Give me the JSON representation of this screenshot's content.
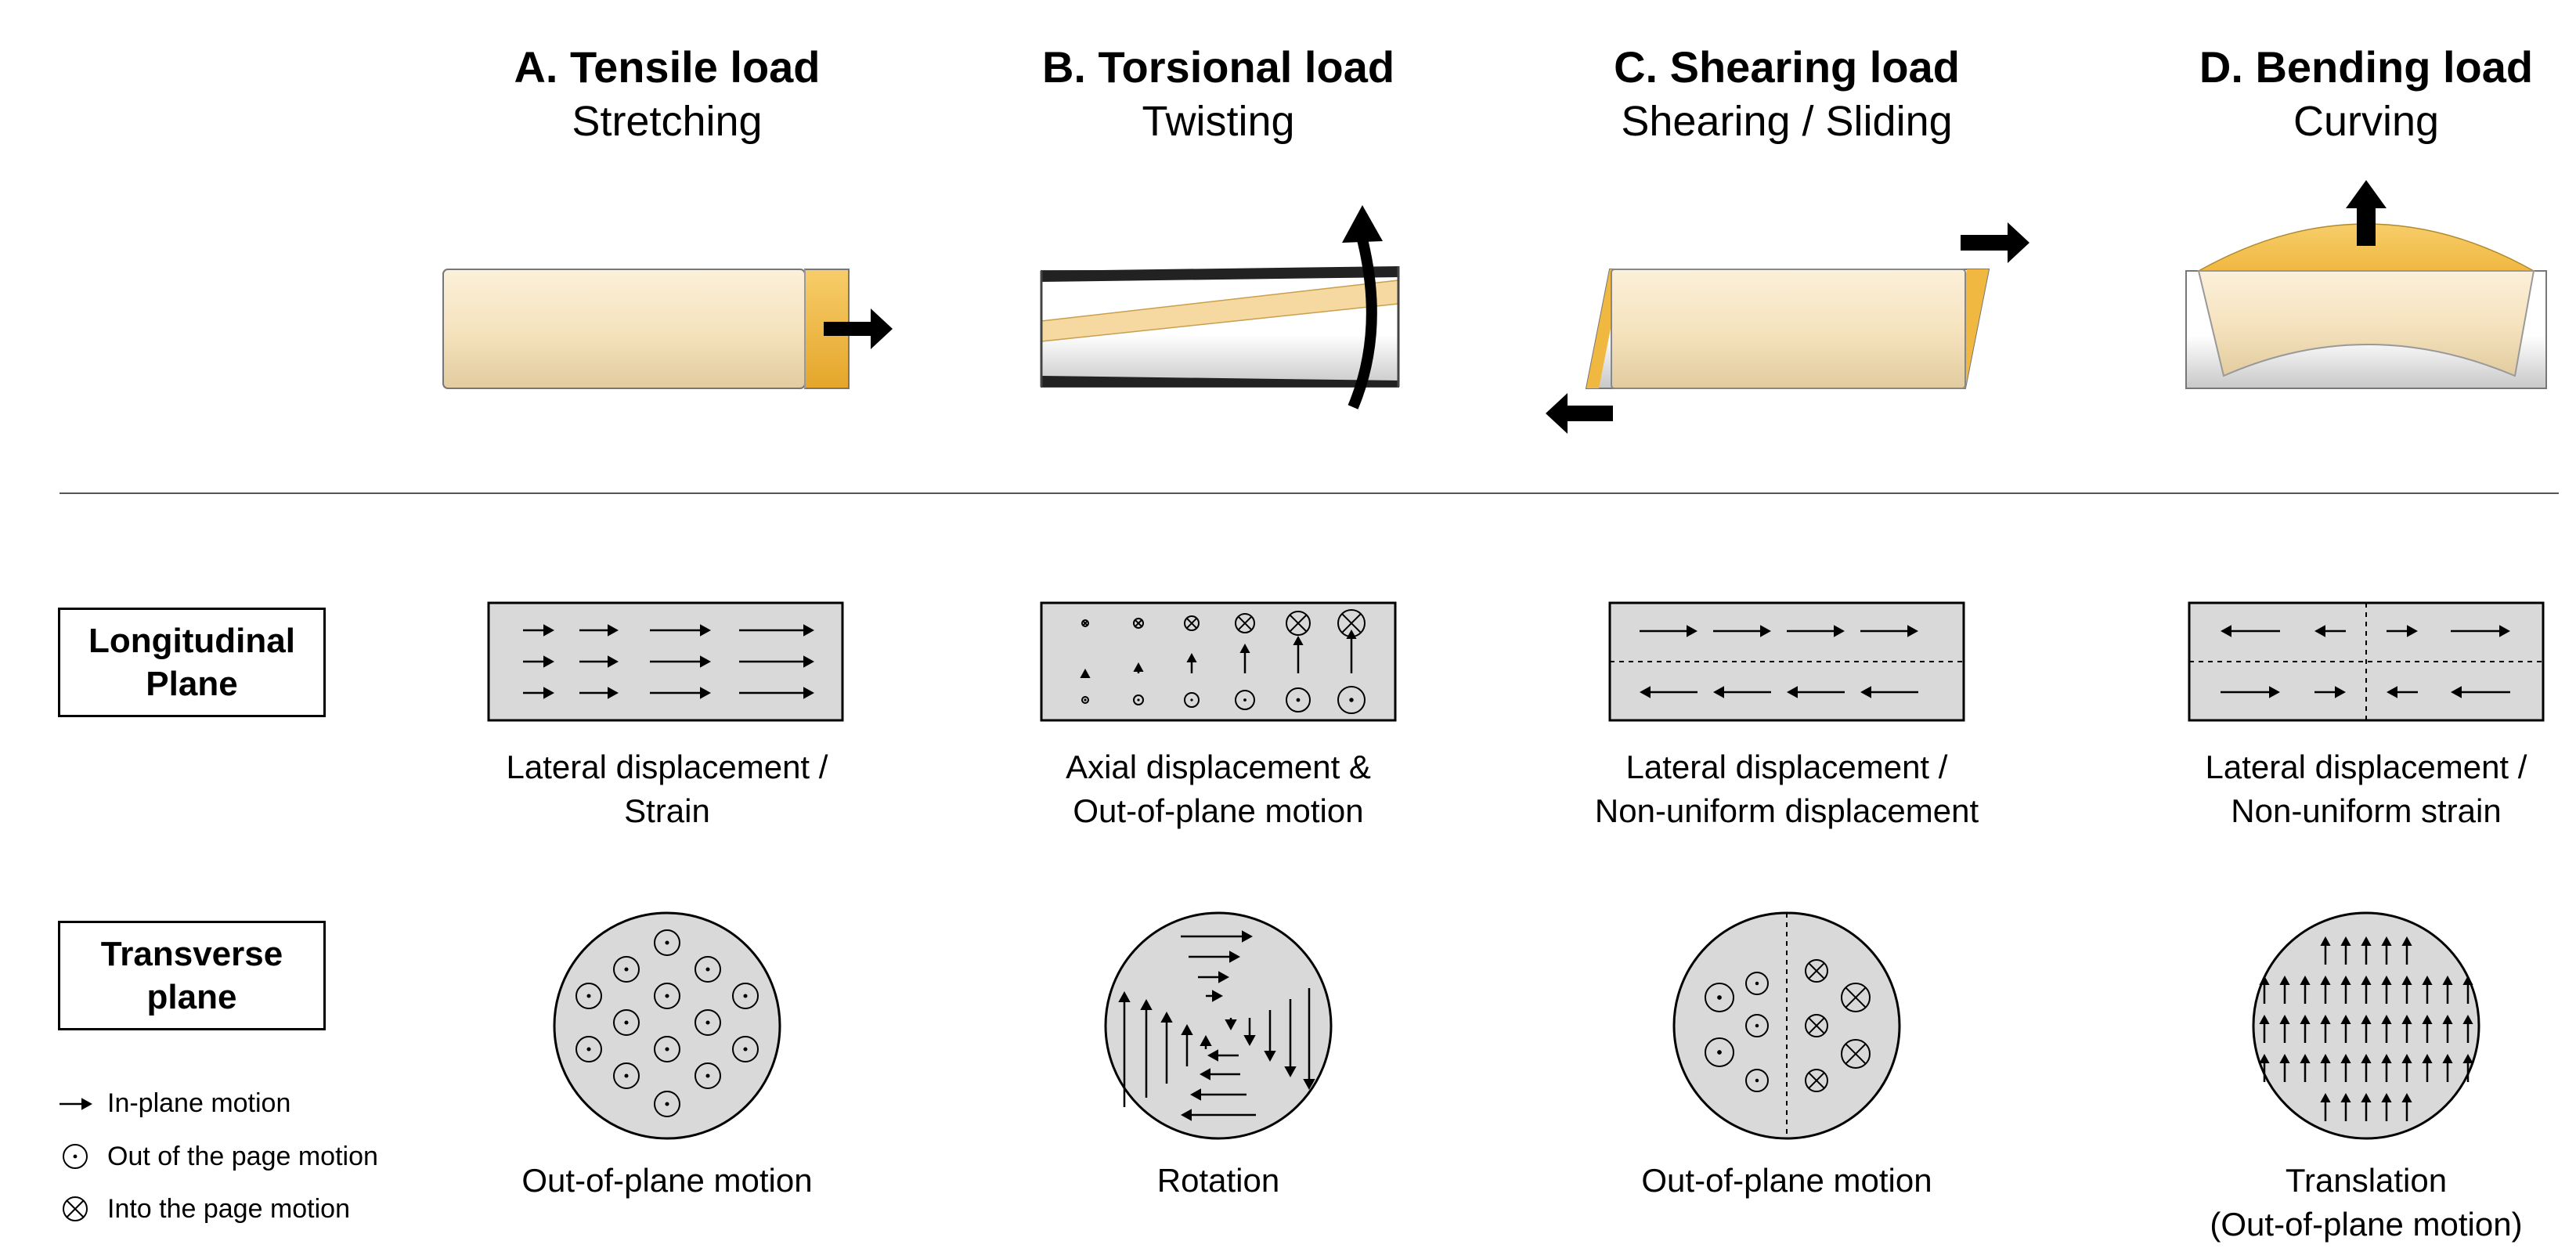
{
  "columns": [
    {
      "title": "A. Tensile load",
      "subtitle": "Stretching",
      "longitudinal_caption": [
        "Lateral displacement /",
        "Strain"
      ],
      "transverse_caption": [
        "Out-of-plane motion",
        ""
      ]
    },
    {
      "title": "B. Torsional load",
      "subtitle": "Twisting",
      "longitudinal_caption": [
        "Axial displacement &",
        "Out-of-plane motion"
      ],
      "transverse_caption": [
        "Rotation",
        ""
      ]
    },
    {
      "title": "C. Shearing load",
      "subtitle": "Shearing / Sliding",
      "longitudinal_caption": [
        "Lateral displacement /",
        "Non-uniform displacement"
      ],
      "transverse_caption": [
        "Out-of-plane motion",
        ""
      ]
    },
    {
      "title": "D. Bending load",
      "subtitle": "Curving",
      "longitudinal_caption": [
        "Lateral displacement /",
        "Non-uniform strain"
      ],
      "transverse_caption": [
        "Translation",
        "(Out-of-plane motion)"
      ]
    }
  ],
  "rows": {
    "longitudinal": [
      "Longitudinal",
      "Plane"
    ],
    "transverse": [
      "Transverse",
      "plane"
    ]
  },
  "legend": {
    "in_plane": "In-plane motion",
    "out_of_page": "Out of the page motion",
    "into_page": "Into the page motion"
  },
  "colors": {
    "tissue_fill": "#f6e3bf",
    "highlight": "#f0b841",
    "panel_fill": "#d9d9d9",
    "white_fill": "#ffffff",
    "stroke": "#000000"
  }
}
